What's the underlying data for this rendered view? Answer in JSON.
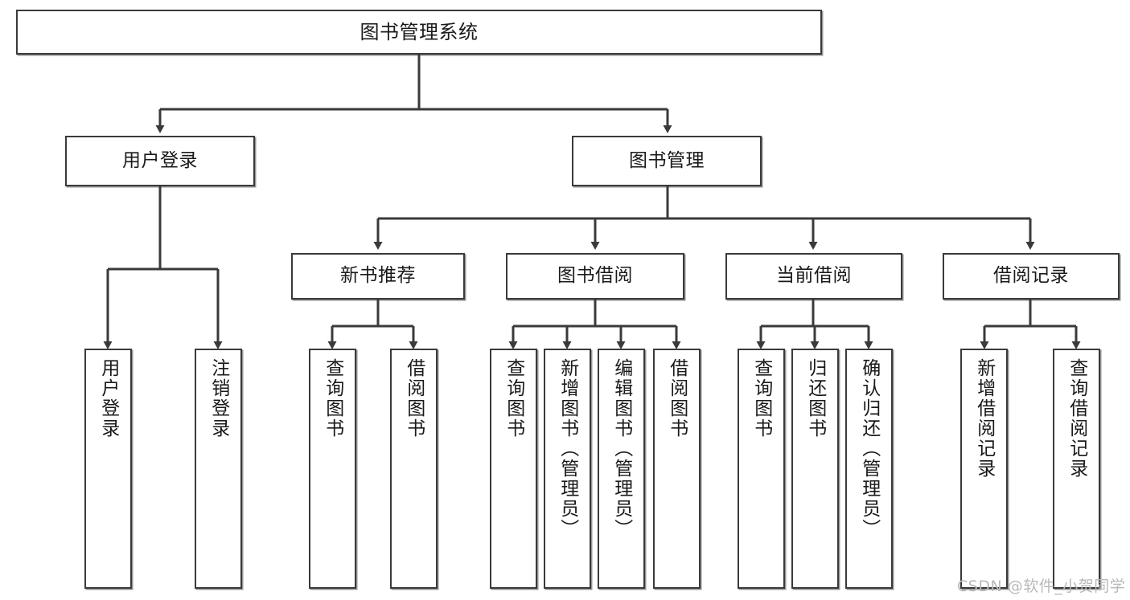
{
  "diagram": {
    "title": "图书管理系统",
    "root": {
      "label": "图书管理系统"
    },
    "level2": [
      {
        "label": "用户登录"
      },
      {
        "label": "图书管理"
      }
    ],
    "level3": [
      {
        "label": "新书推荐"
      },
      {
        "label": "图书借阅"
      },
      {
        "label": "当前借阅"
      },
      {
        "label": "借阅记录"
      }
    ],
    "leaves": {
      "user_login": [
        {
          "label": "用户登录"
        },
        {
          "label": "注销登录"
        }
      ],
      "new_book_recommend": [
        {
          "label": "查询图书"
        },
        {
          "label": "借阅图书"
        }
      ],
      "book_borrow": [
        {
          "label": "查询图书"
        },
        {
          "label": "新增图书（管理员）"
        },
        {
          "label": "编辑图书（管理员）"
        },
        {
          "label": "借阅图书"
        }
      ],
      "current_borrow": [
        {
          "label": "查询图书"
        },
        {
          "label": "归还图书"
        },
        {
          "label": "确认归还（管理员）"
        }
      ],
      "borrow_record": [
        {
          "label": "新增借阅记录"
        },
        {
          "label": "查询借阅记录"
        }
      ]
    }
  },
  "watermark": {
    "text": "CSDN @软件_小贺同学"
  },
  "colors": {
    "border": "#3a3a3a",
    "background": "#ffffff",
    "text": "#1a1a1a",
    "edge": "#3a3a3a",
    "watermark": "#b9b9b9"
  }
}
